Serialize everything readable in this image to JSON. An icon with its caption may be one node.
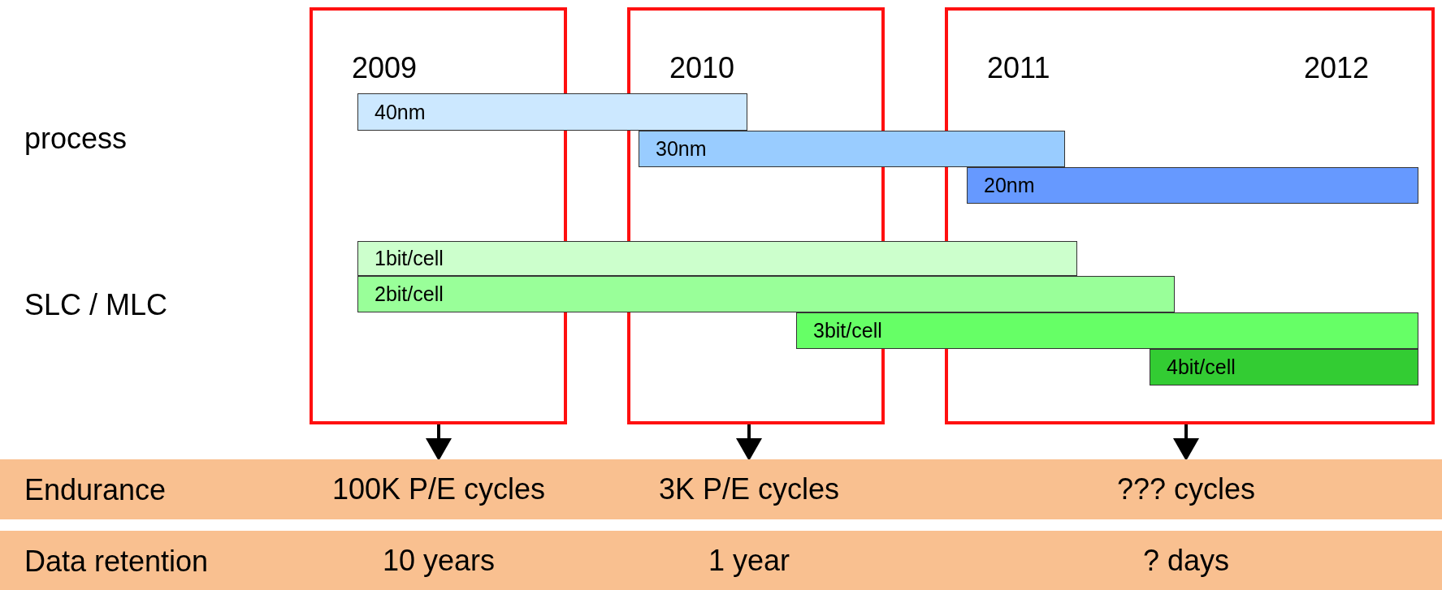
{
  "diagram": {
    "nodes": [
      {
        "text": [
          "2009"
        ]
      },
      {
        "text": [
          "2010"
        ]
      },
      {
        "text": [
          "2011",
          "2012"
        ]
      },
      {
        "text": [
          "40nm"
        ]
      },
      {
        "text": [
          "30nm"
        ]
      },
      {
        "text": [
          "20nm"
        ],
        "in": 2
      },
      {
        "text": [
          "1bit/cell"
        ]
      },
      {
        "text": [
          "2bit/cell"
        ]
      },
      {
        "text": [
          "3bit/cell"
        ]
      },
      {
        "text": [
          "4bit/cell"
        ],
        "in": 2
      },
      {
        "text": [
          "Endurance"
        ]
      },
      {
        "text": [
          "100K P/E cycles"
        ],
        "in": 10
      },
      {
        "text": [
          "3K P/E cycles"
        ],
        "in": 10
      },
      {
        "text": [
          "??? cycles"
        ],
        "in": 10
      },
      {
        "text": [
          "Data retention"
        ]
      },
      {
        "text": [
          "10 years"
        ],
        "in": 14
      },
      {
        "text": [
          "1 year"
        ],
        "in": 14
      },
      {
        "text": [
          "? days"
        ],
        "in": 14
      }
    ],
    "edges": [
      {
        "from": 0,
        "to": 11,
        "arrow": "to"
      },
      {
        "from": 1,
        "to": 12,
        "arrow": "to"
      },
      {
        "from": 2,
        "to": 13,
        "arrow": "to"
      }
    ],
    "labels": [
      "process",
      "SLC / MLC"
    ]
  }
}
